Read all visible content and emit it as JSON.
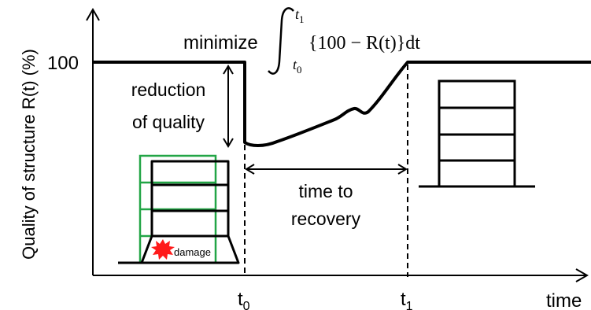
{
  "axes": {
    "ylabel": "Quality of structure R(t) (%)",
    "xlabel": "time",
    "y_tick_100": "100",
    "t0_main": "t",
    "t0_sub": "0",
    "t1_main": "t",
    "t1_sub": "1"
  },
  "objective": {
    "word": "minimize",
    "upper_limit_main": "t",
    "upper_limit_sub": "1",
    "lower_limit_main": "t",
    "lower_limit_sub": "0",
    "integrand": "{100 − R(t)}dt"
  },
  "annotations": {
    "reduction_line1": "reduction",
    "reduction_line2": "of quality",
    "recovery_line1": "time to",
    "recovery_line2": "recovery",
    "damage": "damage"
  },
  "colors": {
    "line": "#000000",
    "original_frame": "#22a546",
    "damage": "#ff1a1a"
  }
}
